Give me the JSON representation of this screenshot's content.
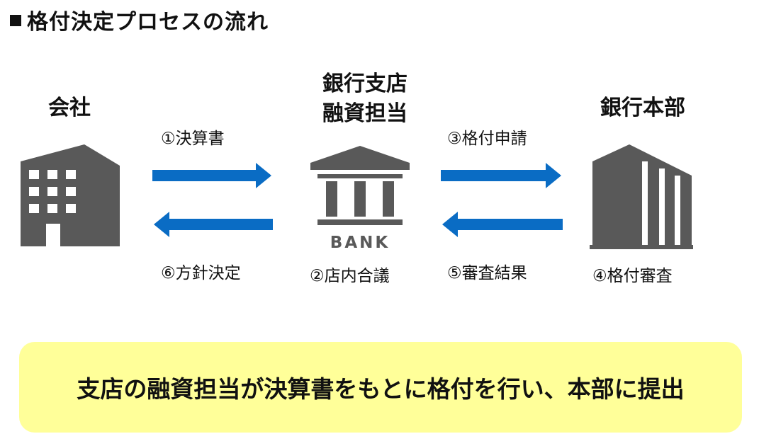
{
  "title": "格付決定プロセスの流れ",
  "nodes": {
    "company": {
      "label": "会社",
      "icon": "office-building-icon"
    },
    "branch": {
      "label_line1": "銀行支店",
      "label_line2": "融資担当",
      "icon": "bank-icon",
      "icon_text": "BANK"
    },
    "headquarters": {
      "label": "銀行本部",
      "icon": "headquarters-building-icon"
    }
  },
  "steps": {
    "s1": "①決算書",
    "s2": "②店内合議",
    "s3": "③格付申請",
    "s4": "④格付審査",
    "s5": "⑤審査結果",
    "s6": "⑥方針決定"
  },
  "summary": "支店の融資担当が決算書をもとに格付を行い、本部に提出",
  "colors": {
    "arrow": "#0a6cc4",
    "icon": "#595959",
    "note_bg": "#ffff99"
  }
}
